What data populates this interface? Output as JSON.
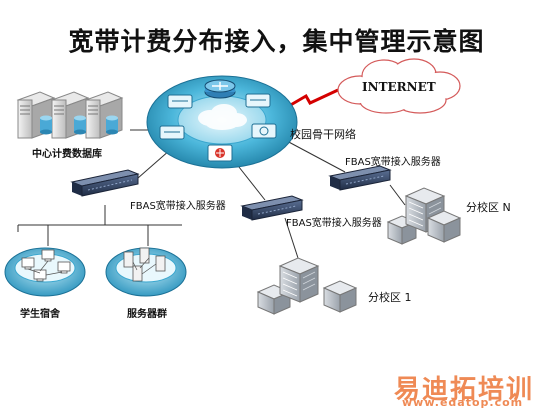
{
  "title": "宽带计费分布接入，集中管理示意图",
  "nodes": {
    "internet": "INTERNET",
    "campus_backbone": "校园骨干网络",
    "billing_db": "中心计费数据库",
    "fbas_left": "FBAS宽带接入服务器",
    "fbas_middle": "FBAS宽带接入服务器",
    "fbas_right": "FBAS宽带接入服务器",
    "branch_n": "分校区 N",
    "branch_1": "分校区 1",
    "dorm": "学生宿舍",
    "server_farm": "服务器群"
  },
  "watermark": {
    "logo": "易迪拓培训",
    "url": "www.edatop.com"
  },
  "colors": {
    "ring": "#2f9fc3",
    "ring_light": "#8fd4ea",
    "cloud_pool": "#3aa7cf",
    "link": "#333333",
    "wan_link": "#d40000",
    "switch": "#2c3e5c",
    "watermark": "#ef8a55"
  }
}
